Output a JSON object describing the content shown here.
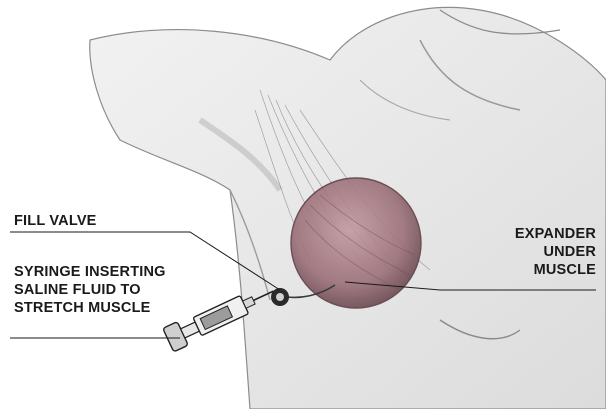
{
  "labels": {
    "fill_valve": "FILL VALVE",
    "syringe": [
      "SYRINGE INSERTING",
      "SALINE FLUID TO",
      "STRETCH MUSCLE"
    ],
    "expander": [
      "EXPANDER",
      "UNDER",
      "MUSCLE"
    ]
  },
  "colors": {
    "skin_shadow": "#b9b9b9",
    "line": "#1a1a1a",
    "expander_fill": "#9a6f78"
  },
  "icons": [
    "syringe-icon",
    "fill-valve-icon",
    "expander-implant"
  ]
}
